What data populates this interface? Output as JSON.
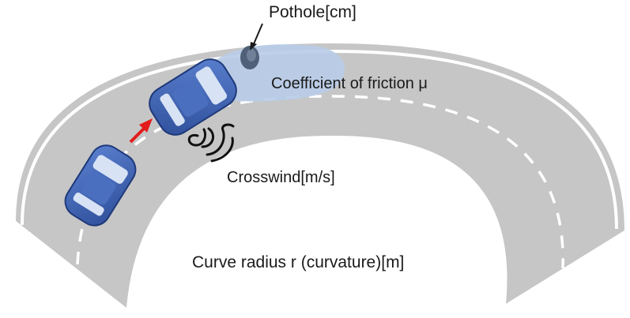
{
  "labels": {
    "pothole": "Pothole[cm]",
    "friction": "Coefficient of friction μ",
    "crosswind": "Crosswind[m/s]",
    "curve_radius": "Curve radius r (curvature)[m]"
  },
  "icons": {
    "car_lead": "car-icon",
    "car_trailing": "car-icon",
    "direction_arrow": "arrow-icon",
    "wind": "wind-icon",
    "pothole_pointer": "arrow-icon"
  },
  "colors": {
    "road": "#c6c6c6",
    "road_edge": "#ffffff",
    "lane_marking": "#ffffff",
    "wet_patch": "#b8cce8",
    "car_body": "#3f63b3",
    "car_outline": "#1f3a7a",
    "direction_arrow": "#e31b1b",
    "text": "#1a1a1a"
  }
}
